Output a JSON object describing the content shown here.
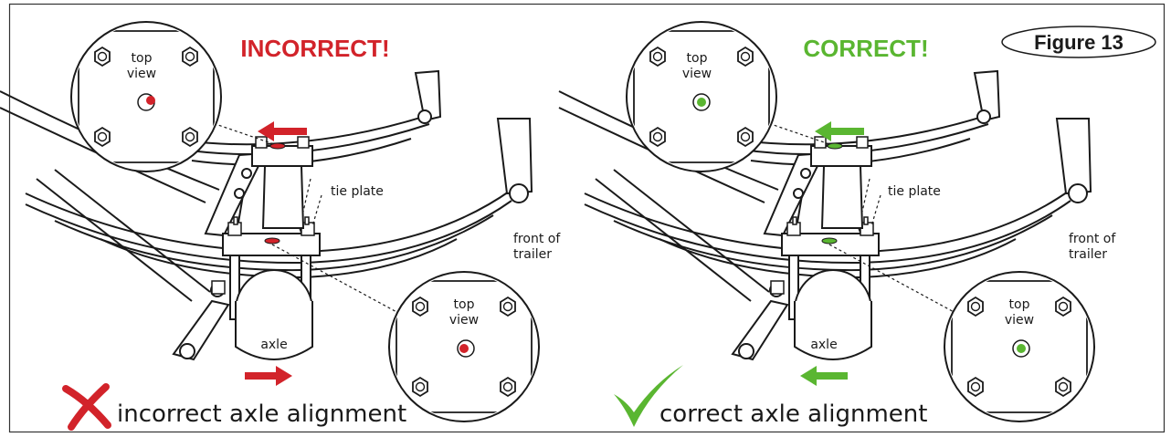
{
  "figure_label": "Figure 13",
  "colors": {
    "incorrect": "#d2232a",
    "correct": "#5ab631",
    "line": "#1a1a1a",
    "frame": "#333333"
  },
  "panels": [
    {
      "id": "incorrect",
      "heading": "INCORRECT!",
      "caption": "incorrect axle alignment",
      "top_view_label_1": "top view",
      "top_view_label_2": "top view",
      "tie_plate_label": "tie plate",
      "front_label": "front of trailer",
      "axle_label": "axle",
      "upper_arrow_direction": "left",
      "lower_arrow_direction": "right",
      "mark_icon": "x-cross-icon"
    },
    {
      "id": "correct",
      "heading": "CORRECT!",
      "caption": "correct axle alignment",
      "top_view_label_1": "top view",
      "top_view_label_2": "top view",
      "tie_plate_label": "tie plate",
      "front_label": "front of trailer",
      "axle_label": "axle",
      "upper_arrow_direction": "left",
      "lower_arrow_direction": "left",
      "mark_icon": "check-mark-icon"
    }
  ]
}
